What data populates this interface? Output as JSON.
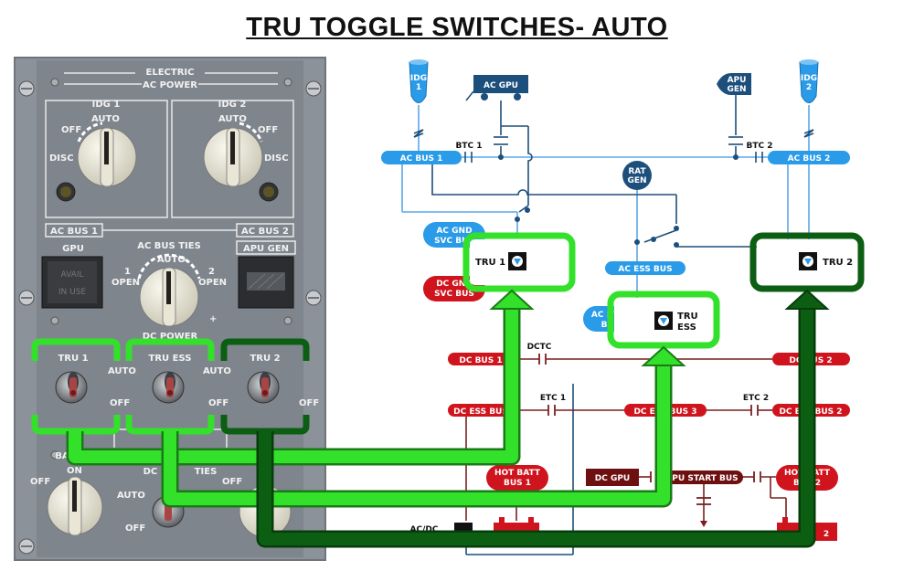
{
  "title": "TRU TOGGLE SWITCHES- AUTO",
  "colors": {
    "panel": "#8c929a",
    "ac_bus": "#2a9be8",
    "dc_bus": "#d0141e",
    "dc_dark": "#6e1010",
    "wire_ac": "#5aa7e8",
    "wire_dc": "#7a1f1f",
    "highlight_light": "#33e02a",
    "highlight_dark": "#0b5e12"
  },
  "panel": {
    "header": "ELECTRIC",
    "ac_power": "AC POWER",
    "idg1": {
      "label": "IDG 1",
      "auto": "AUTO",
      "off": "OFF",
      "disc": "DISC"
    },
    "idg2": {
      "label": "IDG 2",
      "auto": "AUTO",
      "off": "OFF",
      "disc": "DISC"
    },
    "ac_bus1": "AC BUS 1",
    "ac_bus2": "AC BUS 2",
    "gpu": {
      "label": "GPU",
      "avail": "AVAIL",
      "in_use": "IN USE"
    },
    "ac_bus_ties": {
      "label": "AC BUS TIES",
      "auto": "AUTO",
      "open1": "1",
      "open1_word": "OPEN",
      "open2": "2",
      "open2_word": "OPEN",
      "plus": "+"
    },
    "apu_gen": "APU GEN",
    "dc_power": "DC POWER",
    "tru1": {
      "label": "TRU 1",
      "auto": "AUTO",
      "off": "OFF"
    },
    "tru_ess": {
      "label": "TRU ESS",
      "auto": "AUTO",
      "off": "OFF"
    },
    "tru2": {
      "label": "TRU 2",
      "off": "OFF"
    },
    "batt": {
      "partial": "BA",
      "on": "ON",
      "off": "OFF"
    },
    "dc_bus_ties": {
      "partial": "DC B",
      "ties": "TIES",
      "auto": "AUTO",
      "off": "OFF"
    },
    "lower_off": "OFF"
  },
  "schematic": {
    "idg1": [
      "IDG",
      "1"
    ],
    "idg2": [
      "IDG",
      "2"
    ],
    "ac_gpu": "AC GPU",
    "apu_gen": [
      "APU",
      "GEN"
    ],
    "btc1": "BTC 1",
    "btc2": "BTC 2",
    "ac_bus1": "AC BUS 1",
    "ac_bus2": "AC BUS 2",
    "rat_gen": [
      "RAT",
      "GEN"
    ],
    "ac_gnd_svc": [
      "AC GND",
      "SVC BUS"
    ],
    "dc_gnd_svc": [
      "DC GND",
      "SVC BUS"
    ],
    "ac_ess_bus": "AC ESS BUS",
    "ac_stby": [
      "AC STBY",
      "BUS"
    ],
    "tru1": "TRU 1",
    "tru_ess": [
      "TRU",
      "ESS"
    ],
    "tru2": "TRU 2",
    "dc_bus1": "DC BUS 1",
    "dctc": "DCTC",
    "dc_bus2": "DC BUS 2",
    "dc_ess_bus": "DC ESS BUS",
    "etc1": "ETC 1",
    "dc_ess_bus3": "DC ESS BUS 3",
    "etc2": "ETC 2",
    "dc_ess_bus2": "DC ESS BUS 2",
    "hot_batt1": [
      "HOT BATT",
      "BUS 1"
    ],
    "dc_gpu": "DC GPU",
    "apu_start_bus": "APU START BUS",
    "hot_batt2": [
      "HOT BATT",
      "BUS 2"
    ],
    "ac_dc": "AC/DC",
    "batt2_mark": "2"
  }
}
